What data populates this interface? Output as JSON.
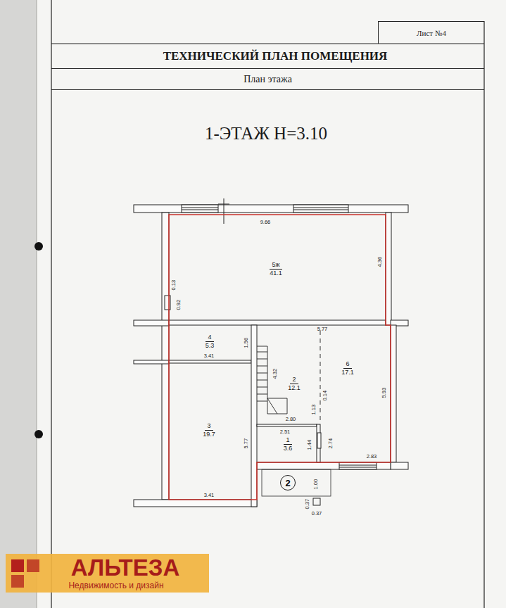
{
  "diagram": {
    "title": "ТЕХНИЧЕСКИЙ ПЛАН ПОМЕЩЕНИЯ",
    "nodes": [
      {
        "text": [
          "Лист №4"
        ]
      },
      {
        "text": [
          "План этажа"
        ]
      },
      {
        "text": [
          "5ж",
          "41.1"
        ]
      },
      {
        "text": [
          "4",
          "5.3"
        ]
      },
      {
        "text": [
          "2",
          "12.1"
        ]
      },
      {
        "text": [
          "6",
          "17.1"
        ]
      },
      {
        "text": [
          "3",
          "19.7"
        ]
      },
      {
        "text": [
          "1",
          "3.6"
        ]
      },
      {
        "text": [
          "2"
        ]
      }
    ],
    "labels": [
      "1-ЭТАЖ Н=3.10",
      "9.66",
      "4.36",
      "0.13",
      "0.92",
      "5.77",
      "1.56",
      "3.41",
      "4.32",
      "0.14",
      "1.13",
      "5.93",
      "2.80",
      "2.51",
      "2.74",
      "1.44",
      "5.77",
      "3.41",
      "2.83",
      "1.00",
      "0.37",
      "0.37",
      "АЛЬТЕЗА",
      "Недвижимость и дизайн"
    ]
  }
}
